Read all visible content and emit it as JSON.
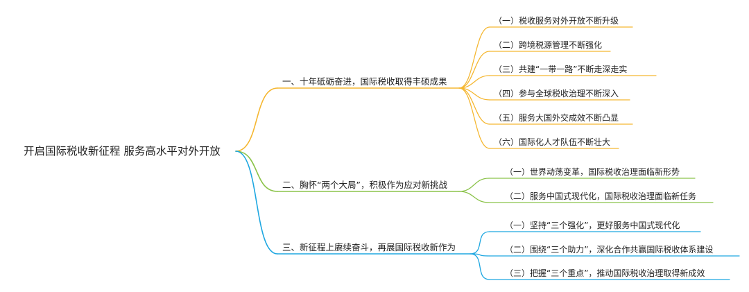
{
  "root": {
    "label": "开启国际税收新征程 服务高水平对外开放"
  },
  "branches": [
    {
      "label": "一、十年砥砺奋进，国际税收取得丰硕成果",
      "color": "#f5b731",
      "children": [
        "（一）税收服务对外开放不断升级",
        "（二）跨境税源管理不断强化",
        "（三）共建“一带一路”不断走深走实",
        "（四）参与全球税收治理不断深入",
        "（五）服务大国外交成效不断凸显",
        "（六）国际化人才队伍不断壮大"
      ]
    },
    {
      "label": "二、胸怀“两个大局”，积极作为应对新挑战",
      "color": "#8bc34a",
      "children": [
        "（一）世界动荡变革，国际税收治理面临新形势",
        "（二）服务中国式现代化，国际税收治理面临新任务"
      ]
    },
    {
      "label": "三、新征程上赓续奋斗，再展国际税收新作为",
      "color": "#1ea7e1",
      "children": [
        "（一）坚持“三个强化”，更好服务中国式现代化",
        "（二）围绕“三个助力”，深化合作共赢国际税收体系建设",
        "（三）把握“三个重点”，推动国际税收治理取得新成效"
      ]
    }
  ]
}
